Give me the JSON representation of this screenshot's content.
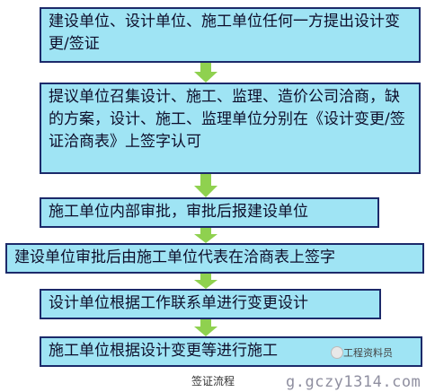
{
  "flow": {
    "steps": [
      "建设单位、设计单位、施工单位任何一方提出设计变更/签证",
      "提议单位召集设计、施工、监理、造价公司洽商，缺的方案，设计、施工、监理单位分别在《设计变更/签证洽商表》上签字认可",
      "施工单位内部审批，审批后报建设单位",
      "建设单位审批后由施工单位代表在洽商表上签字",
      "设计单位根据工作联系单进行变更设计",
      "施工单位根据设计变更等进行施工"
    ],
    "caption": "签证流程",
    "arrow_color": "#8fd14f",
    "box_fill": "#9fe4f4",
    "box_border": "#1c2a6a"
  },
  "watermark": {
    "top": "工程资料员",
    "bottom": "g.gczy1314.com"
  }
}
